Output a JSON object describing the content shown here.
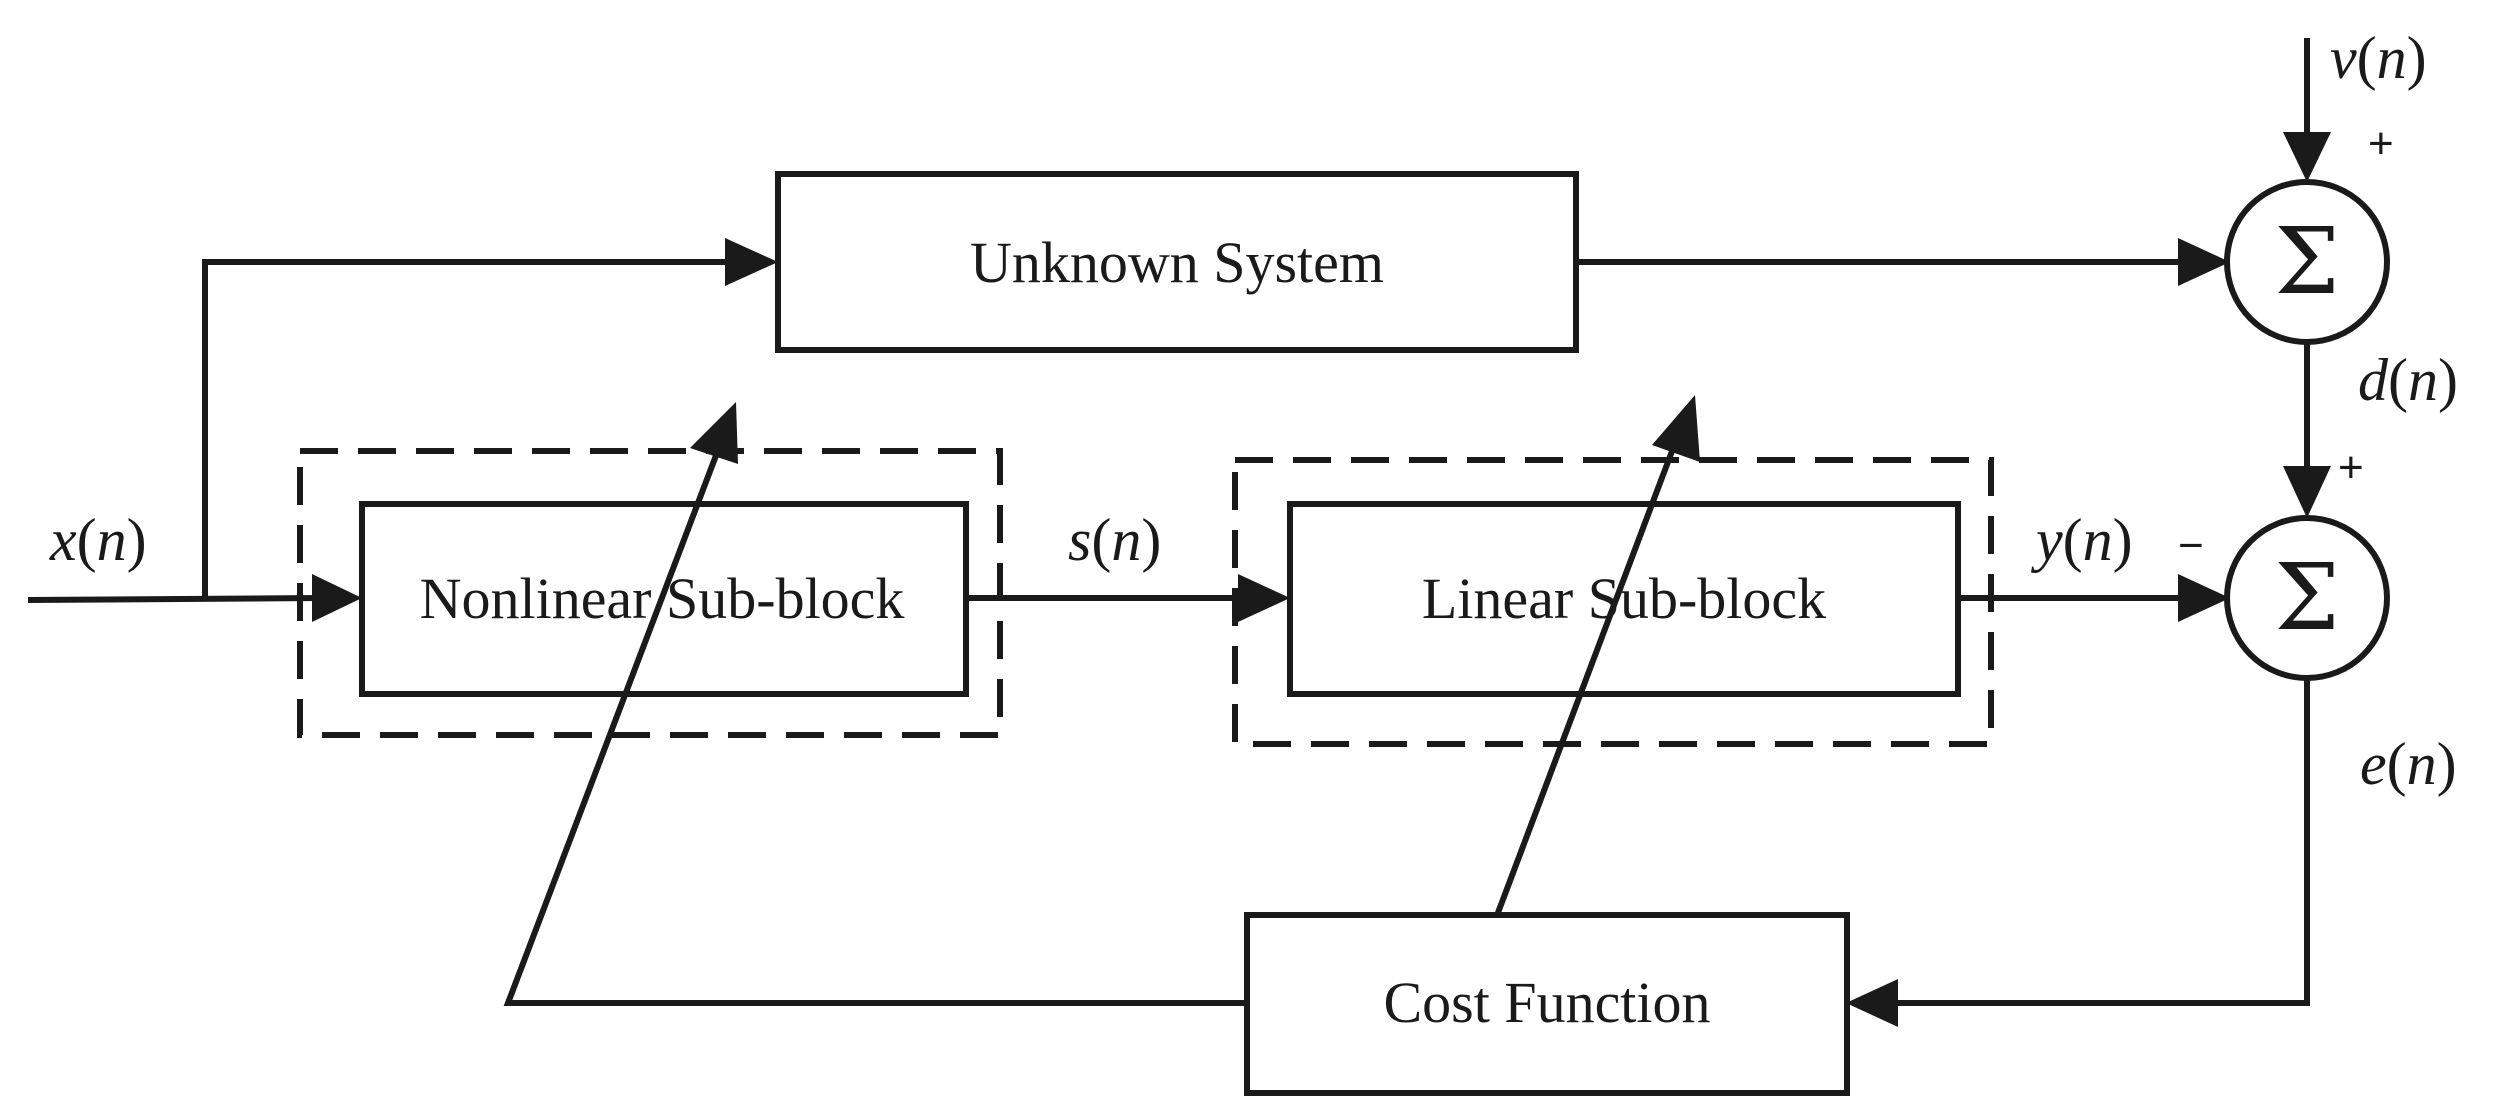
{
  "blocks": {
    "unknown_system": "Unknown System",
    "nonlinear": "Nonlinear Sub-block",
    "linear": "Linear Sub-block",
    "cost": "Cost Function"
  },
  "signals": {
    "x": {
      "name": "x",
      "arg": "n"
    },
    "s": {
      "name": "s",
      "arg": "n"
    },
    "y": {
      "name": "y",
      "arg": "n"
    },
    "d": {
      "name": "d",
      "arg": "n"
    },
    "e": {
      "name": "e",
      "arg": "n"
    },
    "v": {
      "name": "v",
      "arg": "n"
    }
  },
  "summing": {
    "symbol": "Σ",
    "top_signs": {
      "v_in": "+",
      "unknown_in": ""
    },
    "bottom_signs": {
      "d_in": "+",
      "y_in": "−"
    }
  }
}
